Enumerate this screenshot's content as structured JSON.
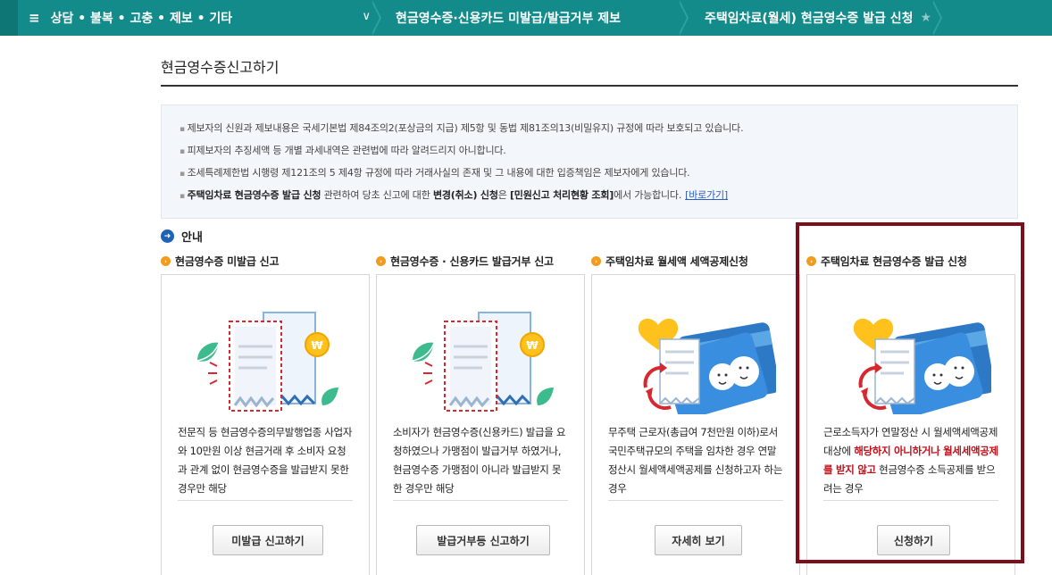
{
  "nav": {
    "main": "상담 • 불복 • 고충 • 제보 • 기타",
    "crumb1": "현금영수증·신용카드 미발급/발급거부 제보",
    "crumb2": "주택임차료(월세) 현금영수증 발급 신청",
    "menu_icon": "hamburger-icon",
    "star_icon": "star-icon"
  },
  "page_title": "현금영수증신고하기",
  "notice": {
    "line1": "제보자의 신원과 제보내용은 국세기본법 제84조의2(포상금의 지급) 제5항 및 동법 제81조의13(비밀유지) 규정에 따라 보호되고 있습니다.",
    "line2": "피제보자의 추징세액 등 개별 과세내역은 관련법에 따라 알려드리지 아니합니다.",
    "line3": "조세특례제한법 시행령 제121조의 5 제4항 규정에 따라 거래사실의 존재 및 그 내용에 대한 입증책임은 제보자에게 있습니다.",
    "line4_b1": "주택임차료 현금영수증 발급 신청",
    "line4_t1": " 관련하여 당초 신고에 대한 ",
    "line4_b2": "변경(취소) 신청",
    "line4_t2": "은 ",
    "line4_b3": "[민원신고 처리현황 조회]",
    "line4_t3": "에서 가능합니다.",
    "line4_link": "[바로가기]"
  },
  "guide_title": "안내",
  "cards": [
    {
      "title": "현금영수증 미발급 신고",
      "desc": "전문직 등 현금영수증의무발행업종 사업자와 10만원 이상 현금거래 후 소비자 요청과 관계 없이 현금영수증을 발급받지 못한 경우만 해당",
      "button": "미발급 신고하기"
    },
    {
      "title": "현금영수증 · 신용카드 발급거부 신고",
      "desc": "소비자가 현금영수증(신용카드) 발급을 요청하였으나 가맹점이 발급거부 하였거나, 현금영수증 가맹점이 아니라 발급받지 못한 경우만 해당",
      "button": "발급거부등 신고하기"
    },
    {
      "title": "주택임차료 월세액 세액공제신청",
      "desc": "무주택 근로자(총급여 7천만원 이하)로서 국민주택규모의 주택을 임차한 경우 연말정산시 월세액세액공제를 신청하고자 하는 경우",
      "button": "자세히 보기"
    },
    {
      "title": "주택임차료 현금영수증 발급 신청",
      "desc_pre": "근로소득자가 연말정산 시 월세액세액공제 대상에 ",
      "desc_red": "해당하지 아니하거나 월세세액공제를 받지 않고",
      "desc_post": " 현금영수증 소득공제를 받으려는 경우",
      "button": "신청하기"
    }
  ],
  "colors": {
    "nav_bg": "#138b8b",
    "highlight": "#7f0e1b",
    "accent_red": "#c0111b",
    "guide_dot": "#1d63b5",
    "section_dot": "#f29b1d"
  }
}
